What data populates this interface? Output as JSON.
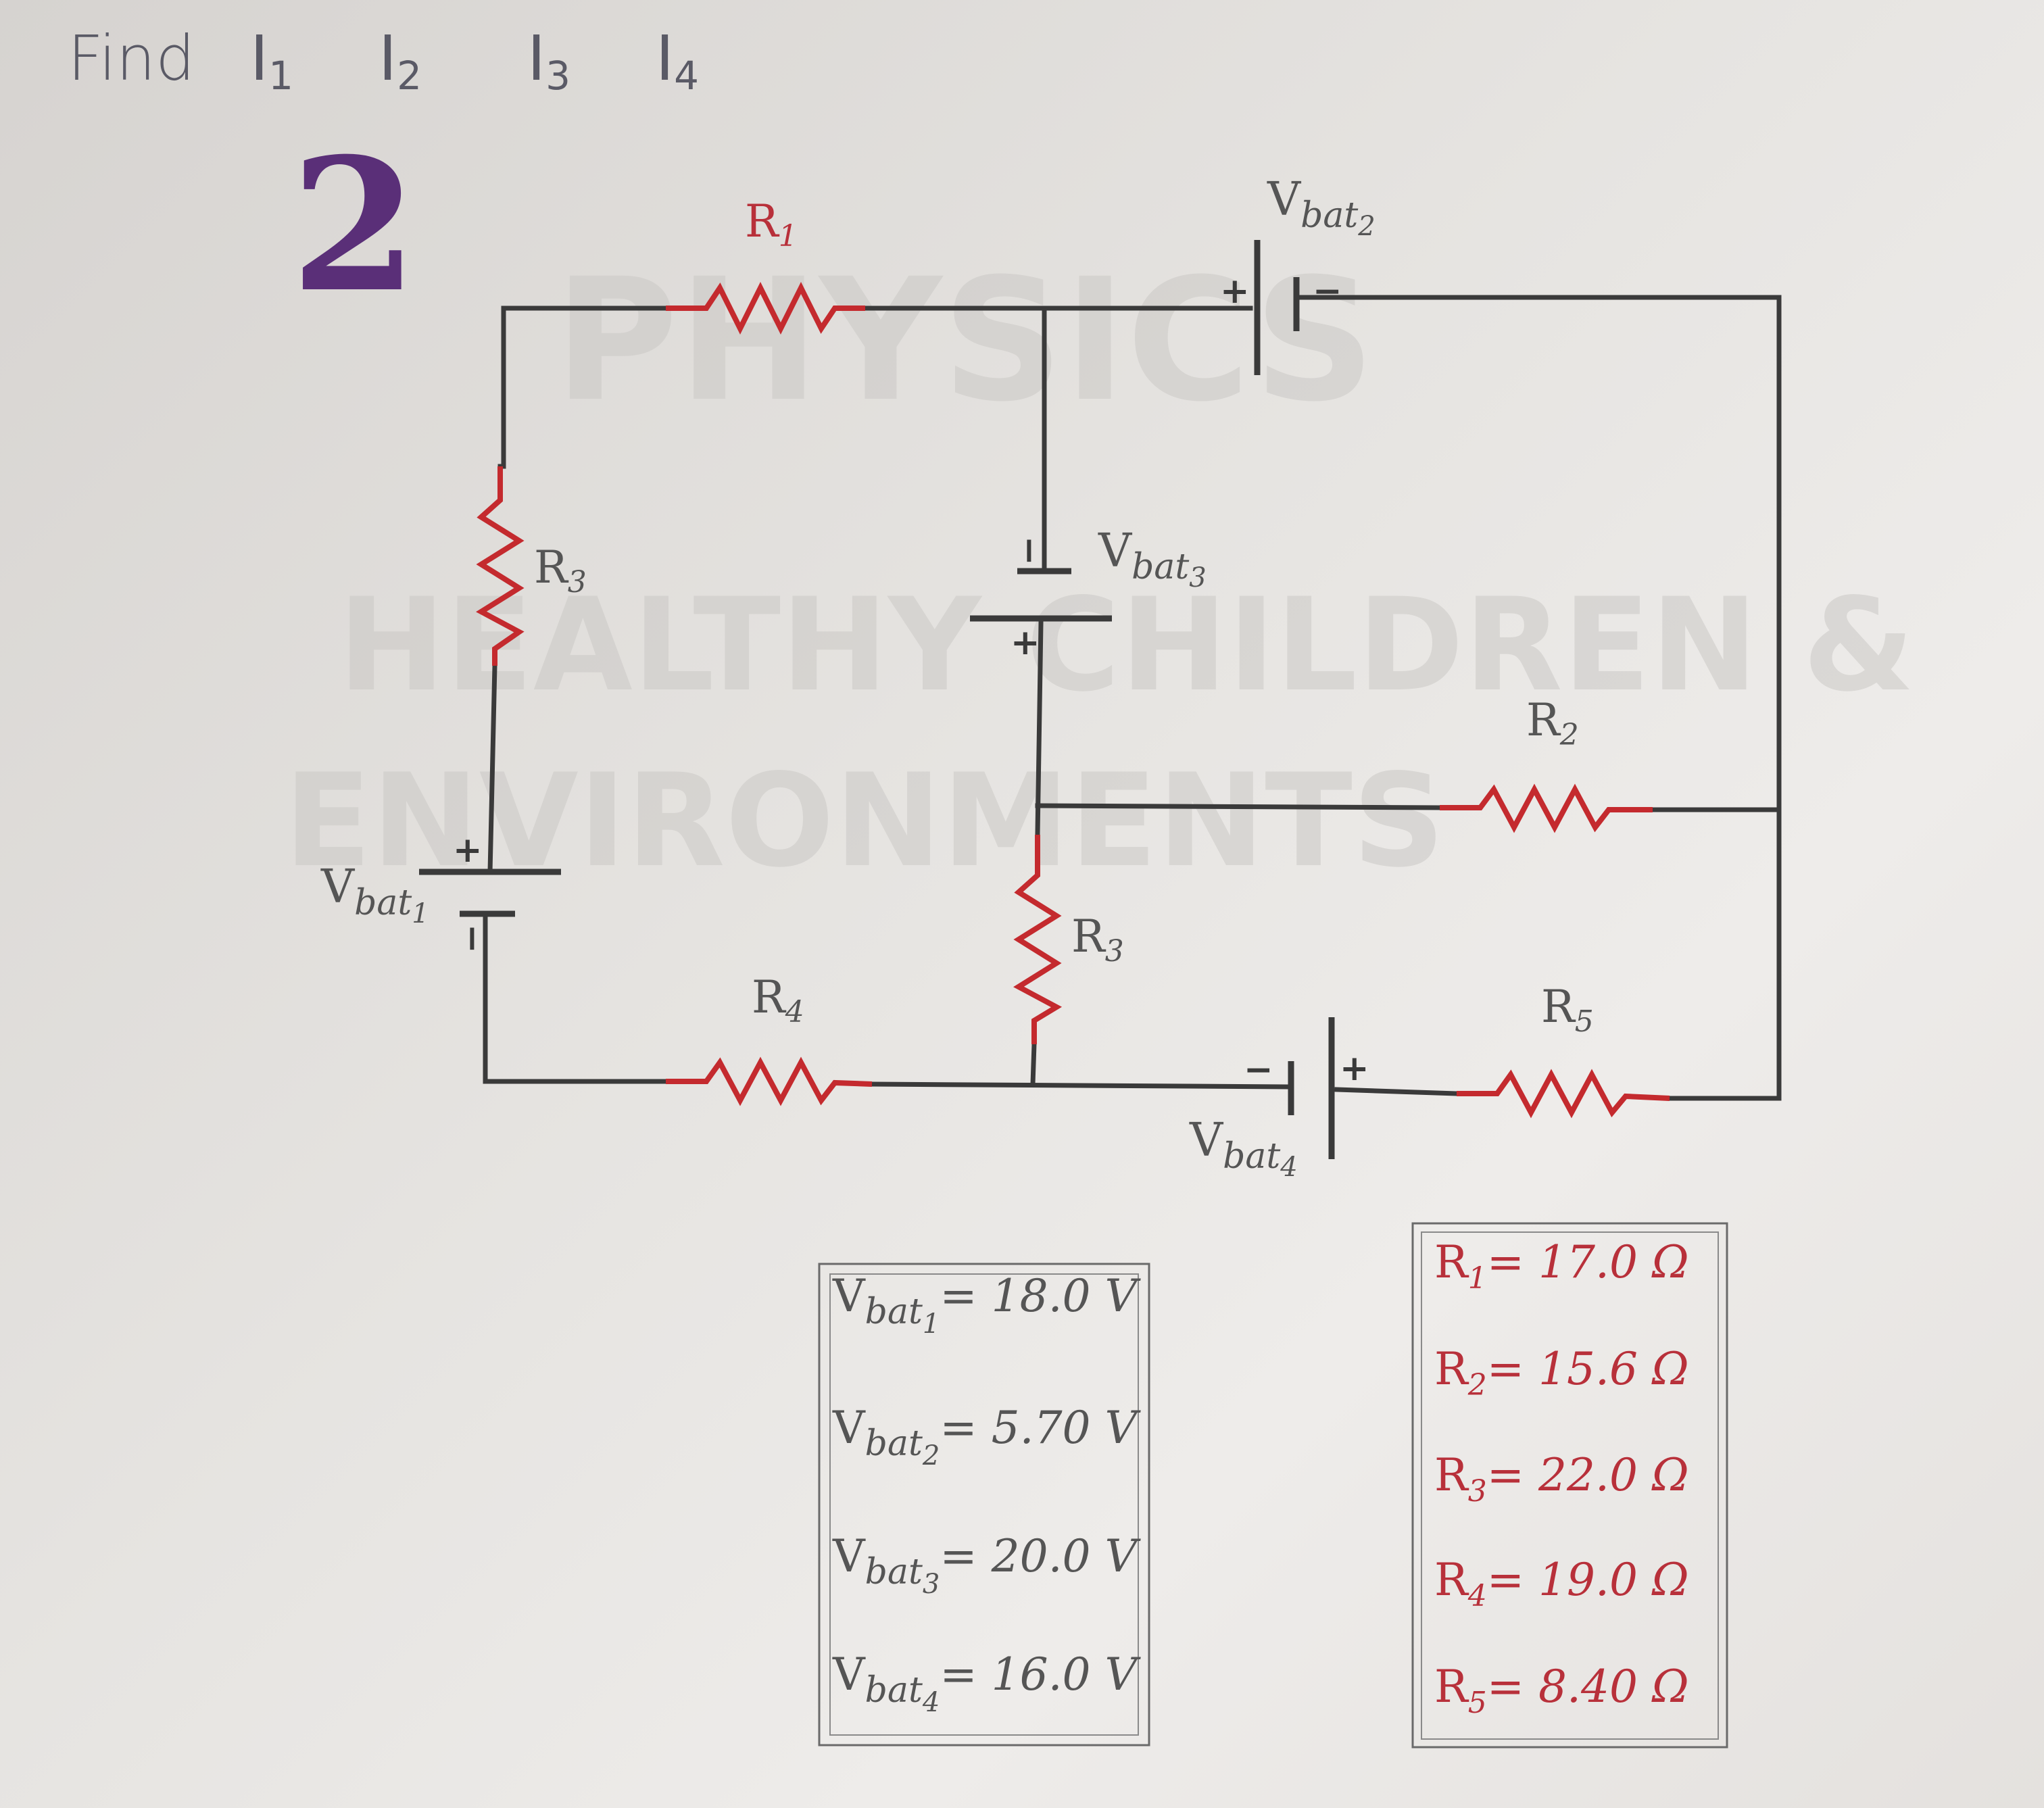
{
  "header": {
    "instruction_prefix": "Find",
    "instruction_items": [
      {
        "base": "I",
        "sub": "1"
      },
      {
        "base": "I",
        "sub": "2"
      },
      {
        "base": "I",
        "sub": "3"
      },
      {
        "base": "I",
        "sub": "4"
      }
    ],
    "problem_number": "2"
  },
  "watermark": {
    "line1": "PHYSICS",
    "line2": "HEALTHY CHILDREN &",
    "line3": "ENVIRONMENTS"
  },
  "circuit": {
    "labels": {
      "r1": {
        "base": "R",
        "sub": "1"
      },
      "r2": {
        "base": "R",
        "sub": "2"
      },
      "r3_left": {
        "base": "R",
        "sub": "3"
      },
      "r3_mid": {
        "base": "R",
        "sub": "3"
      },
      "r4": {
        "base": "R",
        "sub": "4"
      },
      "r5": {
        "base": "R",
        "sub": "5"
      },
      "vbat1": {
        "base": "V",
        "sub": "bat",
        "subsub": "1"
      },
      "vbat2": {
        "base": "V",
        "sub": "bat",
        "subsub": "2"
      },
      "vbat3": {
        "base": "V",
        "sub": "bat",
        "subsub": "3"
      },
      "vbat4": {
        "base": "V",
        "sub": "bat",
        "subsub": "4"
      }
    },
    "polarity": {
      "plus": "+",
      "minus": "−"
    }
  },
  "battery_values": [
    {
      "base": "V",
      "sub": "bat",
      "subsub": "1",
      "value": "= 18.0 V"
    },
    {
      "base": "V",
      "sub": "bat",
      "subsub": "2",
      "value": "= 5.70 V"
    },
    {
      "base": "V",
      "sub": "bat",
      "subsub": "3",
      "value": "= 20.0 V"
    },
    {
      "base": "V",
      "sub": "bat",
      "subsub": "4",
      "value": "= 16.0 V"
    }
  ],
  "resistor_values": [
    {
      "base": "R",
      "sub": "1",
      "value": "= 17.0 Ω"
    },
    {
      "base": "R",
      "sub": "2",
      "value": "= 15.6 Ω"
    },
    {
      "base": "R",
      "sub": "3",
      "value": "= 22.0 Ω"
    },
    {
      "base": "R",
      "sub": "4",
      "value": "= 19.0 Ω"
    },
    {
      "base": "R",
      "sub": "5",
      "value": "= 8.40 Ω"
    }
  ],
  "colors": {
    "wire": "#3a3a3a",
    "resistor": "#c42a2e",
    "label_gray": "#555555",
    "label_red": "#b8303a",
    "number_purple": "#5a2f78",
    "pen": "#5a5a66",
    "watermark": "#c8c6c3"
  }
}
